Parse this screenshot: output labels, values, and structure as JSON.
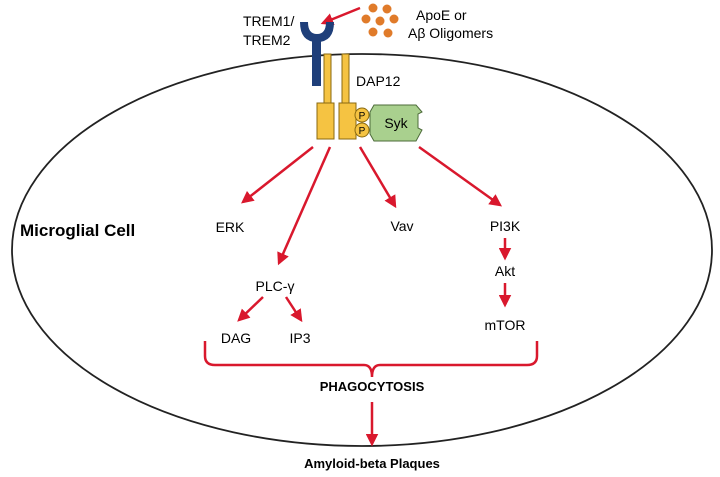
{
  "colors": {
    "arrow": "#d9182d",
    "ligand": "#e07b2a",
    "receptor": "#1f3f7a",
    "dap12": "#f5c342",
    "syk": "#a9d08e",
    "membrane": "#222222"
  },
  "ligand": {
    "label_line1": "ApoE or",
    "label_line2": "Aβ Oligomers"
  },
  "receptor": {
    "label_line1": "TREM1/",
    "label_line2": "TREM2"
  },
  "adaptor": {
    "label": "DAP12",
    "phospho_1": "P",
    "phospho_2": "P",
    "kinase": "Syk"
  },
  "cell": {
    "label": "Microglial Cell"
  },
  "nodes": {
    "erk": "ERK",
    "plc": "PLC-γ",
    "dag": "DAG",
    "ip3": "IP3",
    "vav": "Vav",
    "pi3k": "PI3K",
    "akt": "Akt",
    "mtor": "mTOR"
  },
  "outcome": {
    "phagocytosis": "PHAGOCYTOSIS",
    "plaques": "Amyloid-beta Plaques"
  }
}
